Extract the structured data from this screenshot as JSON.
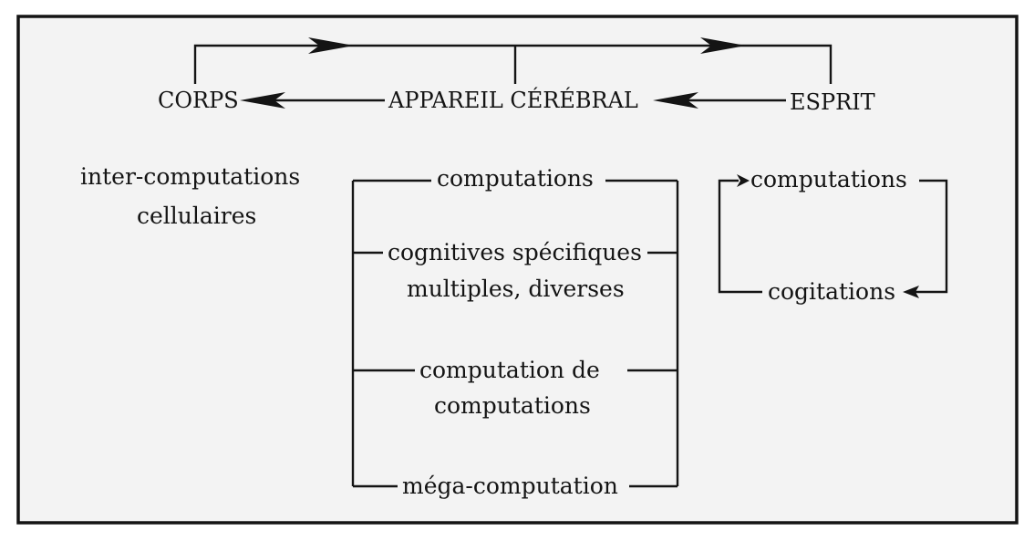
{
  "top_row": {
    "corps": "CORPS",
    "appareil": "APPAREIL CÉRÉBRAL",
    "esprit": "ESPRIT"
  },
  "left_column": {
    "line1": "inter-computations",
    "line2": "cellulaires"
  },
  "center_column": {
    "computations": "computations",
    "cognitives_line1": "cognitives spécifiques",
    "cognitives_line2": "multiples, diverses",
    "meta_line1": "computation de",
    "meta_line2": "computations",
    "mega": "méga-computation"
  },
  "right_column": {
    "computations": "computations",
    "cogitations": "cogitations"
  },
  "colors": {
    "ink": "#141414",
    "paper": "#f3f3f3"
  }
}
